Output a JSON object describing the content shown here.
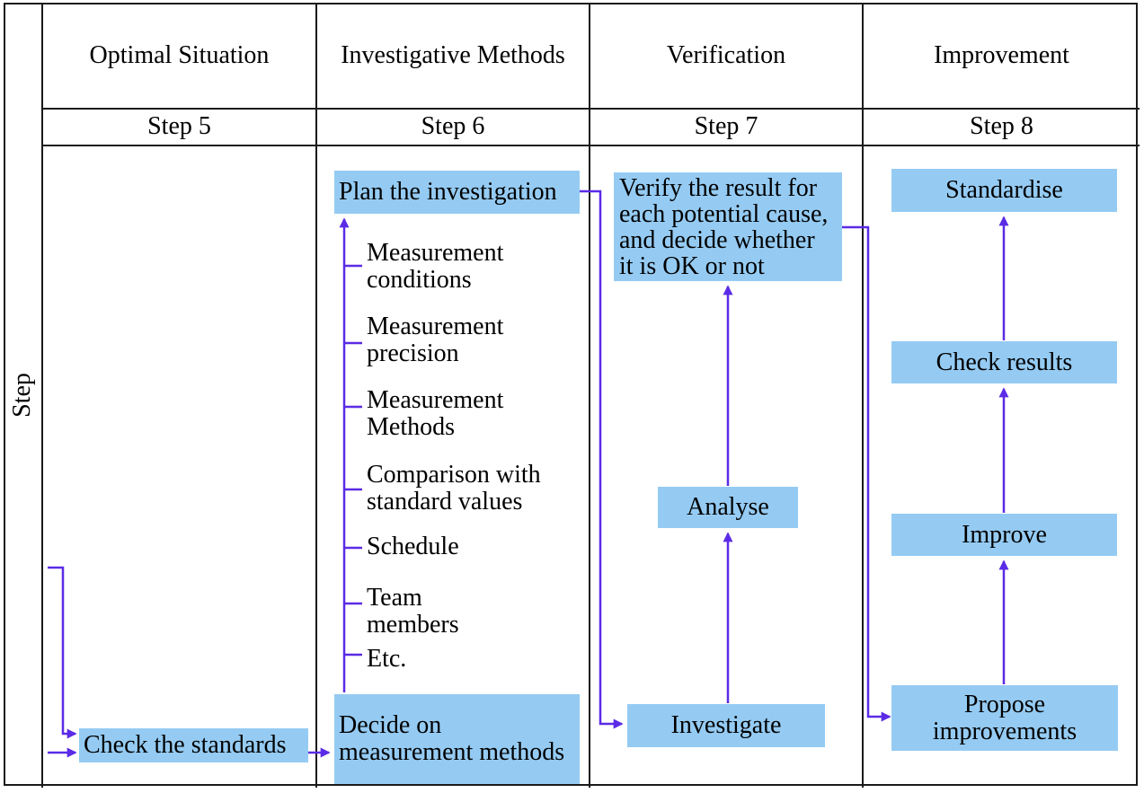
{
  "diagram": {
    "row_label": "Step",
    "columns": [
      {
        "title": "Optimal Situation",
        "step": "Step 5"
      },
      {
        "title": "Investigative Methods",
        "step": "Step 6"
      },
      {
        "title": "Verification",
        "step": "Step 7"
      },
      {
        "title": "Improvement",
        "step": "Step 8"
      }
    ],
    "nodes": {
      "check_standards": "Check the standards",
      "plan_investigation": "Plan the investigation",
      "decide_methods": "Decide on\nmeasurement methods",
      "verify_result": "Verify the result for\neach potential cause,\nand decide whether\nit is OK or not",
      "analyse": "Analyse",
      "investigate": "Investigate",
      "standardise": "Standardise",
      "check_results": "Check results",
      "improve": "Improve",
      "propose_improvements": "Propose\nimprovements"
    },
    "plan_checklist": [
      "Measurement\nconditions",
      "Measurement\nprecision",
      "Measurement\nMethods",
      "Comparison with\nstandard values",
      "Schedule",
      "Team\nmembers",
      "Etc."
    ],
    "colors": {
      "node_fill": "#95CBF3",
      "arrow": "#5B2BE6",
      "grid": "#1A1A1A"
    }
  }
}
